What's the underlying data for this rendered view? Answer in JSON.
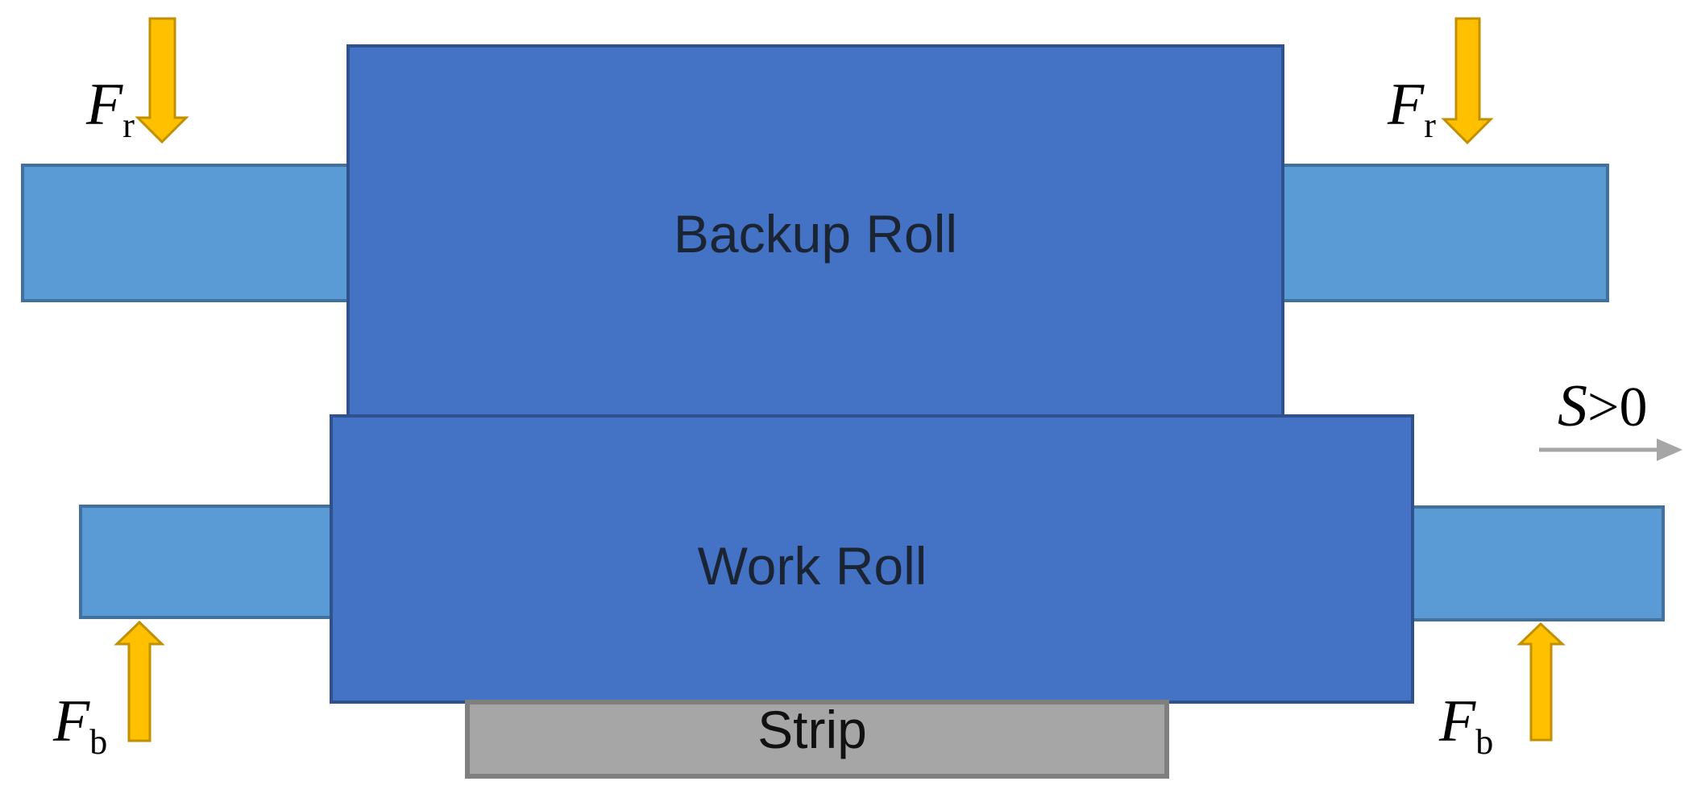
{
  "labels": {
    "backup_roll": "Backup Roll",
    "work_roll": "Work Roll",
    "strip": "Strip",
    "roll_force": {
      "symbol": "F",
      "subscript": "r"
    },
    "bending_force": {
      "symbol": "F",
      "subscript": "b"
    },
    "shift": {
      "symbol": "S",
      "relation": ">0"
    }
  },
  "colors": {
    "roll_fill": "#4472C4",
    "roll_stroke": "#2F528F",
    "shaft_fill": "#5B9BD5",
    "shaft_stroke": "#41719C",
    "strip_fill": "#A6A6A6",
    "strip_stroke": "#7F7F7F",
    "force_arrow_fill": "#FFC000",
    "force_arrow_stroke": "#C28F00",
    "shift_arrow": "#A6A6A6",
    "roll_label_text": "#1B2433",
    "strip_label_text": "#111111",
    "math_text": "#000000"
  }
}
